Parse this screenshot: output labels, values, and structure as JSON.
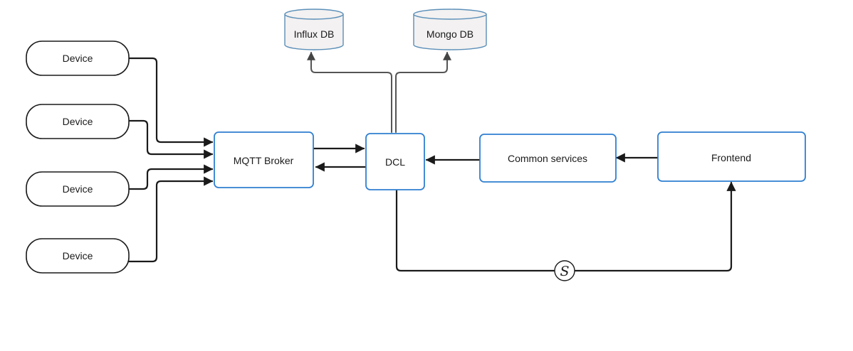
{
  "devices": [
    {
      "label": "Device"
    },
    {
      "label": "Device"
    },
    {
      "label": "Device"
    },
    {
      "label": "Device"
    }
  ],
  "broker": {
    "label": "MQTT Broker"
  },
  "dcl": {
    "label": "DCL"
  },
  "common_services": {
    "label": "Common services"
  },
  "frontend": {
    "label": "Frontend"
  },
  "databases": [
    {
      "label": "Influx DB"
    },
    {
      "label": "Mongo DB"
    }
  ],
  "socket_marker": {
    "label": "S"
  },
  "colors": {
    "blue_box_stroke": "#2f7fd1",
    "device_stroke": "#1a1a1a",
    "db_fill": "#f3f1f1",
    "db_stroke": "#5b8fb8",
    "arrow": "#1a1a1a"
  }
}
